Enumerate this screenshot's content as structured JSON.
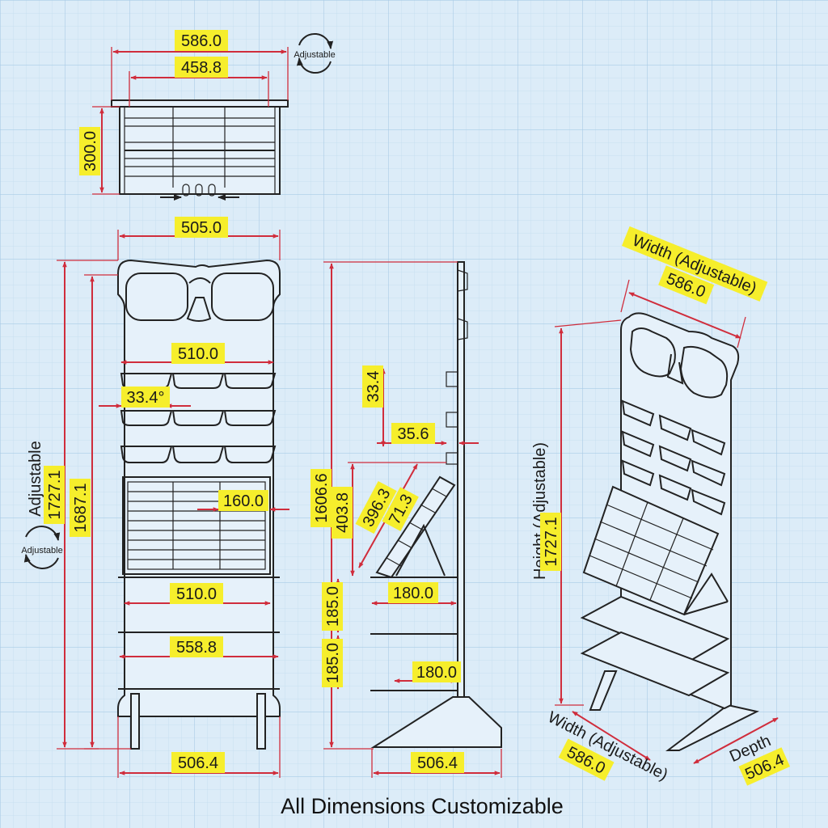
{
  "top_view": {
    "width_outer": "586.0",
    "width_inner": "458.8",
    "depth": "300.0",
    "adjustable_badge": "Adjustable"
  },
  "front_view": {
    "top_width": "505.0",
    "tray_width": "510.0",
    "tray_angle": "33.4°",
    "grid_depth": "160.0",
    "grid_width": "510.0",
    "shelf_width": "558.8",
    "base_width": "506.4",
    "height_outer": "1727.1",
    "height_inner": "1687.1",
    "adjustable_label": "Adjustable",
    "adjustable_badge": "Adjustable"
  },
  "side_view": {
    "total_height": "1606.6",
    "tray_height": "33.4",
    "tray_depth": "35.6",
    "rack_height": "403.8",
    "rack_diagonal": "396.3",
    "rack_face": "71.3",
    "rack_shelf_depth": "180.0",
    "shelf_gap_1": "185.0",
    "shelf_gap_2": "185.0",
    "lower_shelf_depth": "180.0",
    "base_depth": "506.4"
  },
  "iso_view": {
    "top_width_label": "Width (Adjustable)",
    "top_width_value": "586.0",
    "height_label": "Height (Adjustable)",
    "height_value": "1727.1",
    "bottom_width_label": "Width (Adjustable)",
    "bottom_width_value": "586.0",
    "depth_label": "Depth",
    "depth_value": "506.4"
  },
  "caption": "All Dimensions Customizable",
  "colors": {
    "background": "#dcecf8",
    "grid": "#a9cbe6",
    "outline": "#222222",
    "dimension": "#d02d3c",
    "highlight": "#f6ee2c"
  }
}
